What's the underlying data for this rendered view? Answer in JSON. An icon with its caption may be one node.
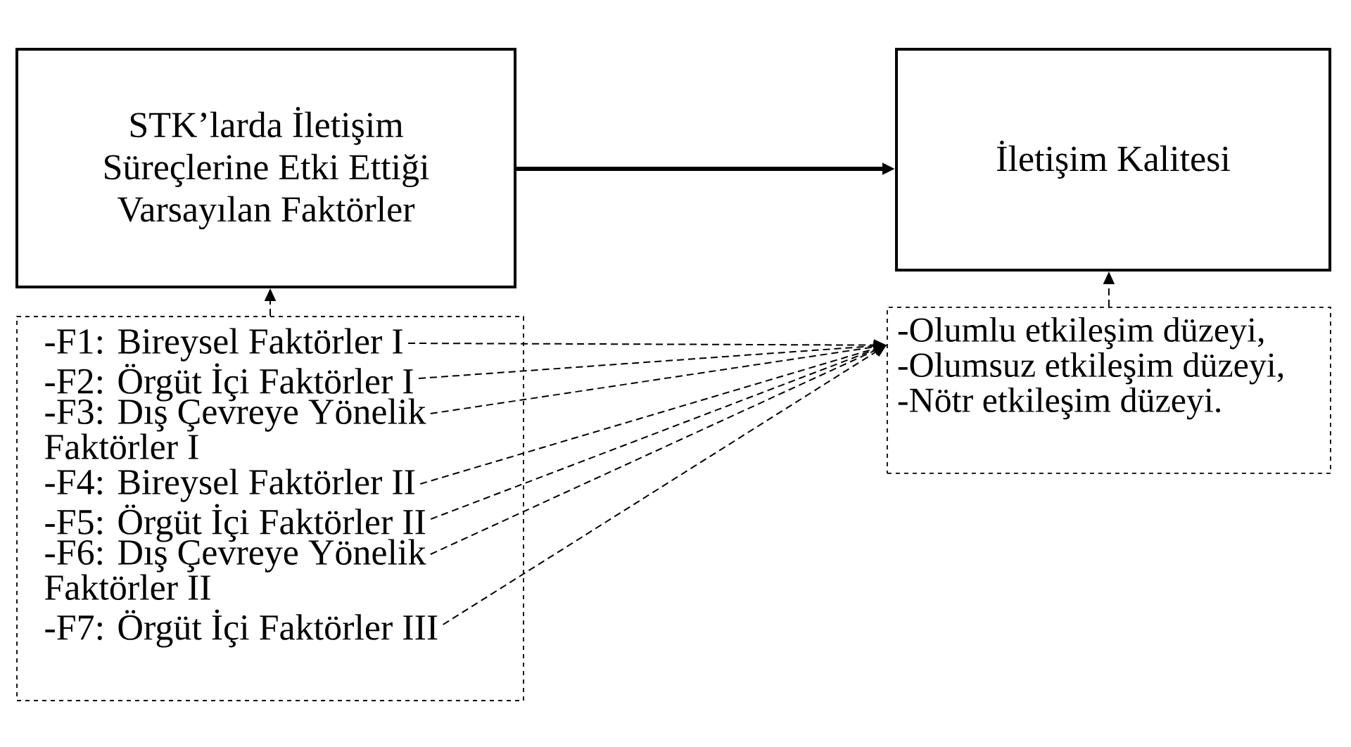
{
  "diagram": {
    "nodes": [
      {
        "text": [
          "STK’larda İletişim Süreçlerine Etki Ettiği Varsayılan Faktörler"
        ]
      },
      {
        "text": [
          "İletişim Kalitesi"
        ]
      },
      {
        "text": [],
        "shape": "box"
      },
      {
        "text": [
          "-F1: Bireysel Faktörler I"
        ],
        "in": 2
      },
      {
        "text": [
          "-F2: Örgüt İçi Faktörler I"
        ],
        "in": 2
      },
      {
        "text": [
          "-F3: Dış Çevreye Yönelik Faktörler I"
        ],
        "in": 2
      },
      {
        "text": [
          "-F4: Bireysel Faktörler II"
        ],
        "in": 2
      },
      {
        "text": [
          "-F5: Örgüt İçi Faktörler II"
        ],
        "in": 2
      },
      {
        "text": [
          "-F6: Dış Çevreye Yönelik Faktörler II"
        ],
        "in": 2
      },
      {
        "text": [
          "-F7: Örgüt İçi Faktörler III"
        ],
        "in": 2
      },
      {
        "text": [
          "-Olumlu etkileşim düzeyi,",
          "-Olumsuz etkileşim düzeyi,",
          "-Nötr etkileşim düzeyi."
        ]
      }
    ],
    "edges": [
      {
        "from": 0,
        "to": 1,
        "arrow": "to",
        "style": "thick"
      },
      {
        "from": 2,
        "to": 0,
        "arrow": "to",
        "style": "dashed"
      },
      {
        "from": 10,
        "to": 1,
        "arrow": "to",
        "style": "dashed"
      },
      {
        "from": 3,
        "to": 10,
        "arrow": "to",
        "style": "dashed"
      },
      {
        "from": 4,
        "to": 10,
        "arrow": "to",
        "style": "dashed"
      },
      {
        "from": 5,
        "to": 10,
        "arrow": "to",
        "style": "dashed"
      },
      {
        "from": 6,
        "to": 10,
        "arrow": "to",
        "style": "dashed"
      },
      {
        "from": 7,
        "to": 10,
        "arrow": "to",
        "style": "dashed"
      },
      {
        "from": 8,
        "to": 10,
        "arrow": "to",
        "style": "dashed"
      },
      {
        "from": 9,
        "to": 10,
        "arrow": "to",
        "style": "dashed"
      }
    ]
  }
}
